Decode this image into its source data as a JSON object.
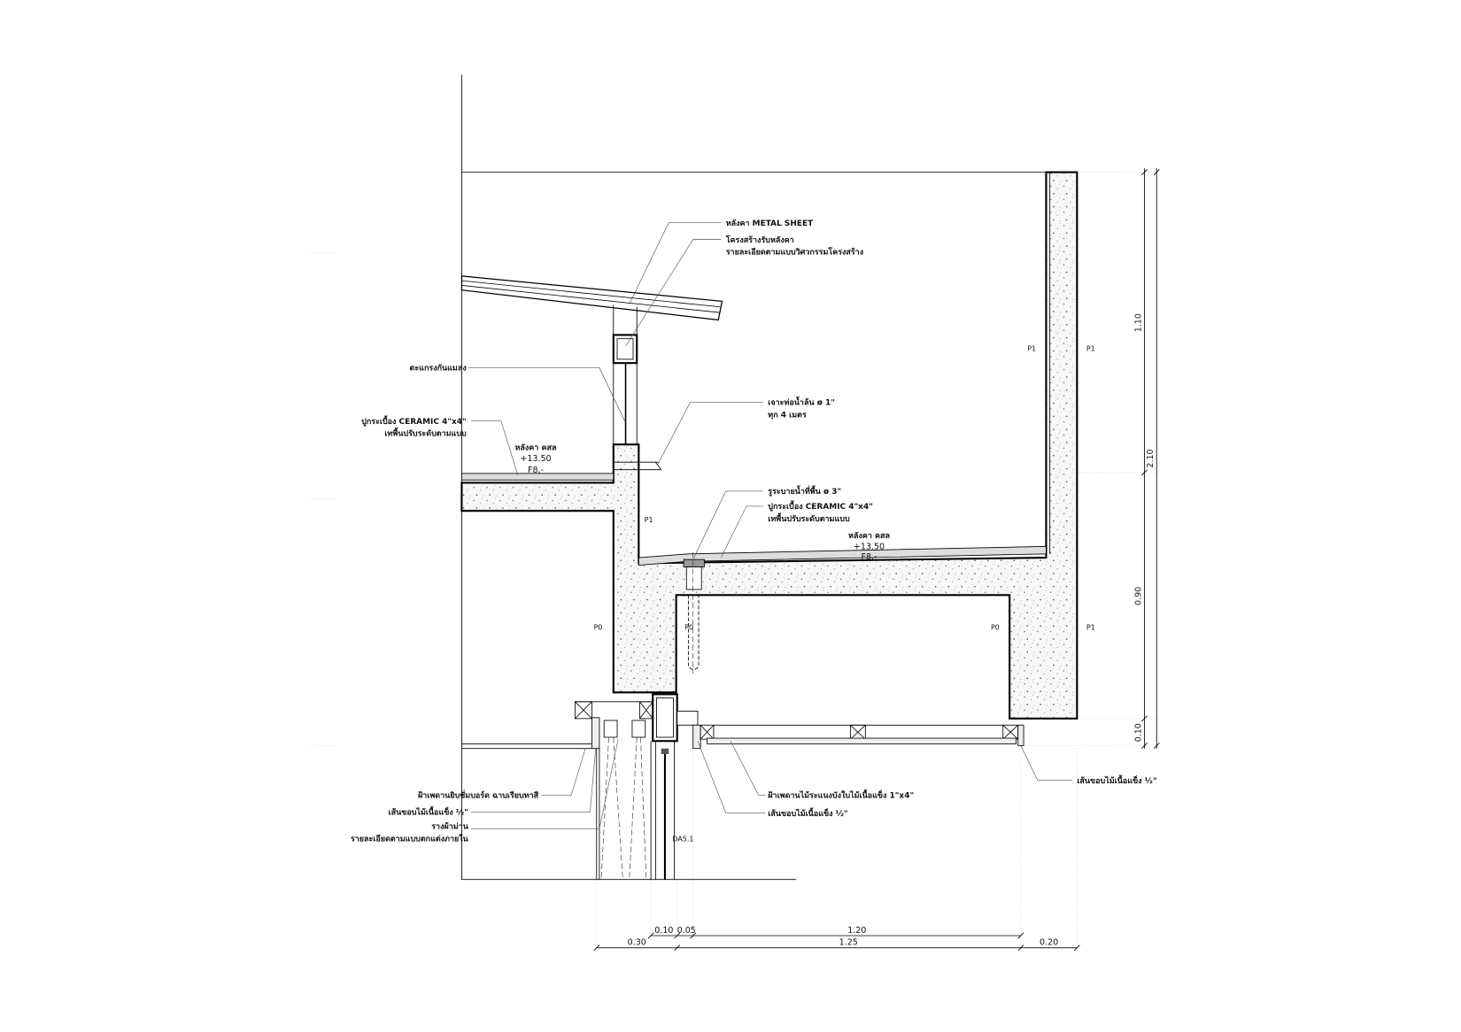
{
  "title": "Roof parapet section detail",
  "labels": {
    "metal_roof": "หลังคา METAL SHEET",
    "roof_structure_1": "โครงสร้างรับหลังคา",
    "roof_structure_2": "รายละเอียดตามแบบวิศวกรรมโครงสร้าง",
    "insect_screen": "ตะแกรงกันแมลง",
    "ceramic_left_1": "ปูกระเบื้อง CERAMIC 4\"x4\"",
    "ceramic_left_2": "เทพื้นปรับระดับตามแบบ",
    "overflow_1": "เจาะท่อน้ำล้น ø 1\"",
    "overflow_2": "ทุก 4 เมตร",
    "floor_drain": "รูระบายน้ำที่พื้น ø 3\"",
    "ceramic_right_1": "ปูกระเบื้อง CERAMIC 4\"x4\"",
    "ceramic_right_2": "เทพื้นปรับระดับตามแบบ",
    "gypsum_ceiling": "ฝ้าเพดานยิบซั่มบอร์ด ฉาบเรียบทาสี",
    "hardwood_trim_left": "เส้นขอบไม้เนื้อแข็ง ½\"",
    "curtain_track_1": "รางผ้าม่าน",
    "curtain_track_2": "รายละเอียดตามแบบตกแต่งภายใน",
    "wood_ceiling": "ฝ้าเพดานไม้ระแนงบังใบไม้เนื้อแข็ง 1\"x4\"",
    "hardwood_trim_mid": "เส้นขอบไม้เนื้อแข็ง ½\"",
    "hardwood_trim_right": "เส้นขอบไม้เนื้อแข็ง ½\"",
    "door_ref": "DA5.1"
  },
  "levels": [
    {
      "name": "หลังคา คสล",
      "elev": "+13.50",
      "finish": "F8,-"
    },
    {
      "name": "หลังคา คสล",
      "elev": "+13.50",
      "finish": "F8,-"
    }
  ],
  "tags": {
    "p1": "P1",
    "p0": "P0"
  },
  "dimensions": {
    "bottom_upper": [
      "0.10",
      "0.05",
      "1.20"
    ],
    "bottom_lower": [
      "0.30",
      "1.25",
      "0.20"
    ],
    "right_inner": [
      "1.10",
      "0.90",
      "0.10"
    ],
    "right_outer": [
      "2.10"
    ]
  }
}
